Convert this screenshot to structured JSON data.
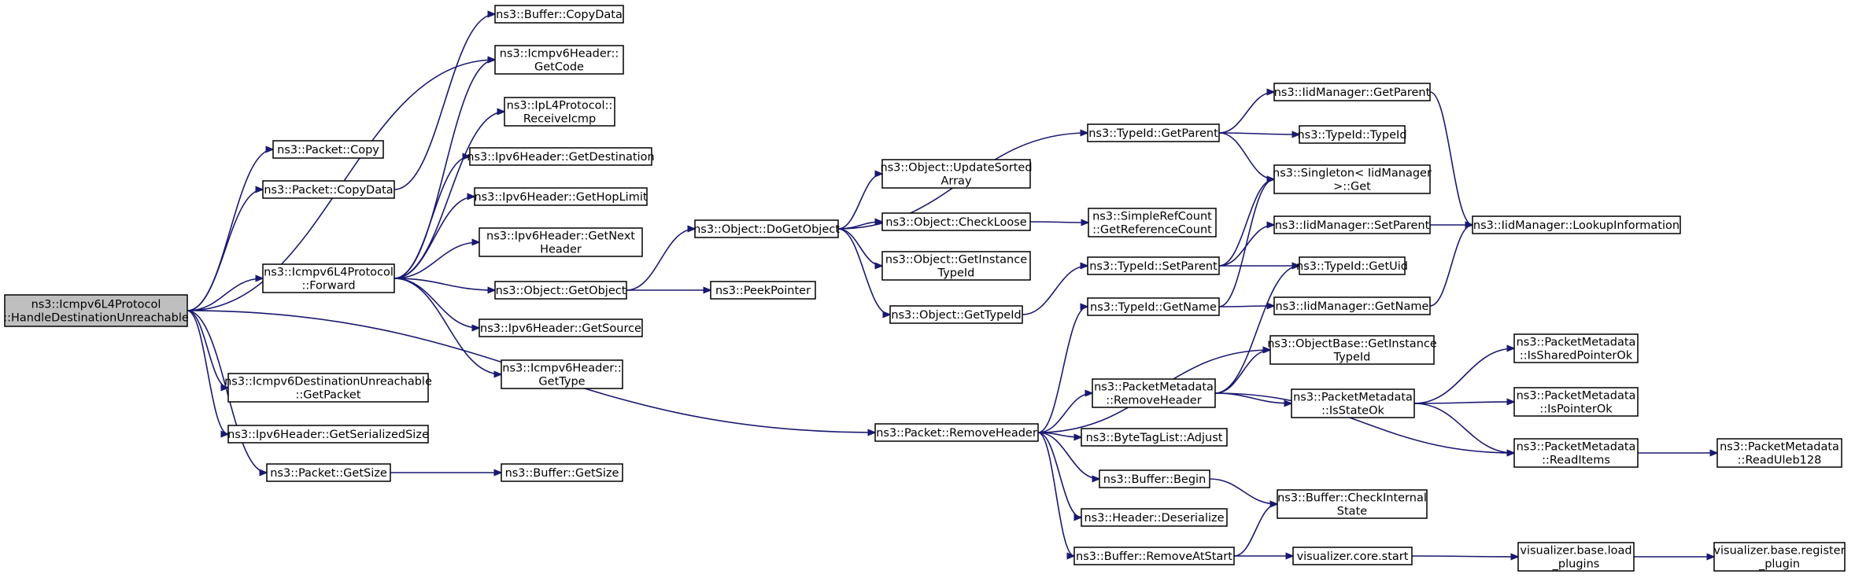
{
  "colors": {
    "edge": "#191970",
    "root_fill": "#bfbfbf",
    "node_fill": "#ffffff",
    "node_border": "#000000"
  },
  "nodes": [
    {
      "id": "root",
      "lines": [
        "ns3::Icmpv6L4Protocol",
        "::HandleDestinationUnreachable"
      ]
    },
    {
      "id": "packet_copy",
      "lines": [
        "ns3::Packet::Copy"
      ]
    },
    {
      "id": "packet_copydata",
      "lines": [
        "ns3::Packet::CopyData"
      ]
    },
    {
      "id": "icmp_forward",
      "lines": [
        "ns3::Icmpv6L4Protocol",
        "::Forward"
      ]
    },
    {
      "id": "dest_getpacket",
      "lines": [
        "ns3::Icmpv6DestinationUnreachable",
        "::GetPacket"
      ]
    },
    {
      "id": "ipv6_getserialized",
      "lines": [
        "ns3::Ipv6Header::GetSerializedSize"
      ]
    },
    {
      "id": "packet_getsize",
      "lines": [
        "ns3::Packet::GetSize"
      ]
    },
    {
      "id": "buffer_copydata",
      "lines": [
        "ns3::Buffer::CopyData"
      ]
    },
    {
      "id": "icmp_getcode",
      "lines": [
        "ns3::Icmpv6Header::",
        "GetCode"
      ]
    },
    {
      "id": "ipl4_receiveicmp",
      "lines": [
        "ns3::IpL4Protocol::",
        "ReceiveIcmp"
      ]
    },
    {
      "id": "ipv6_getdest",
      "lines": [
        "ns3::Ipv6Header::GetDestination"
      ]
    },
    {
      "id": "ipv6_gethoplimit",
      "lines": [
        "ns3::Ipv6Header::GetHopLimit"
      ]
    },
    {
      "id": "ipv6_getnext",
      "lines": [
        "ns3::Ipv6Header::GetNext",
        "Header"
      ]
    },
    {
      "id": "object_getobject",
      "lines": [
        "ns3::Object::GetObject"
      ]
    },
    {
      "id": "ipv6_getsource",
      "lines": [
        "ns3::Ipv6Header::GetSource"
      ]
    },
    {
      "id": "icmp_gettype",
      "lines": [
        "ns3::Icmpv6Header::",
        "GetType"
      ]
    },
    {
      "id": "buffer_getsize",
      "lines": [
        "ns3::Buffer::GetSize"
      ]
    },
    {
      "id": "object_dogetobject",
      "lines": [
        "ns3::Object::DoGetObject"
      ]
    },
    {
      "id": "peekpointer",
      "lines": [
        "ns3::PeekPointer"
      ]
    },
    {
      "id": "packet_removeheader",
      "lines": [
        "ns3::Packet::RemoveHeader"
      ]
    },
    {
      "id": "object_updatesorted",
      "lines": [
        "ns3::Object::UpdateSorted",
        "Array"
      ]
    },
    {
      "id": "object_checkloose",
      "lines": [
        "ns3::Object::CheckLoose"
      ]
    },
    {
      "id": "object_getinstancetypeid",
      "lines": [
        "ns3::Object::GetInstance",
        "TypeId"
      ]
    },
    {
      "id": "object_gettypeid",
      "lines": [
        "ns3::Object::GetTypeId"
      ]
    },
    {
      "id": "typeid_getparent",
      "lines": [
        "ns3::TypeId::GetParent"
      ]
    },
    {
      "id": "simplerefcount",
      "lines": [
        "ns3::SimpleRefCount",
        "::GetReferenceCount"
      ]
    },
    {
      "id": "typeid_setparent",
      "lines": [
        "ns3::TypeId::SetParent"
      ]
    },
    {
      "id": "typeid_getname",
      "lines": [
        "ns3::TypeId::GetName"
      ]
    },
    {
      "id": "pm_removeheader",
      "lines": [
        "ns3::PacketMetadata",
        "::RemoveHeader"
      ]
    },
    {
      "id": "bytetaglist_adjust",
      "lines": [
        "ns3::ByteTagList::Adjust"
      ]
    },
    {
      "id": "buffer_begin",
      "lines": [
        "ns3::Buffer::Begin"
      ]
    },
    {
      "id": "header_deserialize",
      "lines": [
        "ns3::Header::Deserialize"
      ]
    },
    {
      "id": "buffer_removeatstart",
      "lines": [
        "ns3::Buffer::RemoveAtStart"
      ]
    },
    {
      "id": "iid_getparent",
      "lines": [
        "ns3::IidManager::GetParent"
      ]
    },
    {
      "id": "typeid_typeid",
      "lines": [
        "ns3::TypeId::TypeId"
      ]
    },
    {
      "id": "singleton_get",
      "lines": [
        "ns3::Singleton< IidManager",
        ">::Get"
      ]
    },
    {
      "id": "iid_setparent",
      "lines": [
        "ns3::IidManager::SetParent"
      ]
    },
    {
      "id": "typeid_getuid",
      "lines": [
        "ns3::TypeId::GetUid"
      ]
    },
    {
      "id": "iid_getname",
      "lines": [
        "ns3::IidManager::GetName"
      ]
    },
    {
      "id": "objectbase_getinstance",
      "lines": [
        "ns3::ObjectBase::GetInstance",
        "TypeId"
      ]
    },
    {
      "id": "pm_isstateok",
      "lines": [
        "ns3::PacketMetadata",
        "::IsStateOk"
      ]
    },
    {
      "id": "buffer_checkinternal",
      "lines": [
        "ns3::Buffer::CheckInternal",
        "State"
      ]
    },
    {
      "id": "viz_core_start",
      "lines": [
        "visualizer.core.start"
      ]
    },
    {
      "id": "iid_lookup",
      "lines": [
        "ns3::IidManager::LookupInformation"
      ]
    },
    {
      "id": "pm_issharedpointerok",
      "lines": [
        "ns3::PacketMetadata",
        "::IsSharedPointerOk"
      ]
    },
    {
      "id": "pm_ispointerok",
      "lines": [
        "ns3::PacketMetadata",
        "::IsPointerOk"
      ]
    },
    {
      "id": "pm_readitems",
      "lines": [
        "ns3::PacketMetadata",
        "::ReadItems"
      ]
    },
    {
      "id": "viz_base_load",
      "lines": [
        "visualizer.base.load",
        "_plugins"
      ]
    },
    {
      "id": "pm_readuleb128",
      "lines": [
        "ns3::PacketMetadata",
        "::ReadUleb128"
      ]
    },
    {
      "id": "viz_base_register",
      "lines": [
        "visualizer.base.register",
        "_plugin"
      ]
    }
  ],
  "edges": [
    [
      "root",
      "packet_copy"
    ],
    [
      "root",
      "packet_copydata"
    ],
    [
      "root",
      "icmp_getcode"
    ],
    [
      "root",
      "icmp_forward"
    ],
    [
      "root",
      "dest_getpacket"
    ],
    [
      "root",
      "ipv6_getserialized"
    ],
    [
      "root",
      "packet_getsize"
    ],
    [
      "root",
      "packet_removeheader"
    ],
    [
      "packet_copydata",
      "buffer_copydata"
    ],
    [
      "packet_getsize",
      "buffer_getsize"
    ],
    [
      "icmp_forward",
      "icmp_getcode"
    ],
    [
      "icmp_forward",
      "ipl4_receiveicmp"
    ],
    [
      "icmp_forward",
      "ipv6_getdest"
    ],
    [
      "icmp_forward",
      "ipv6_gethoplimit"
    ],
    [
      "icmp_forward",
      "ipv6_getnext"
    ],
    [
      "icmp_forward",
      "object_getobject"
    ],
    [
      "icmp_forward",
      "ipv6_getsource"
    ],
    [
      "icmp_forward",
      "icmp_gettype"
    ],
    [
      "object_getobject",
      "object_dogetobject"
    ],
    [
      "object_getobject",
      "peekpointer"
    ],
    [
      "object_dogetobject",
      "typeid_getparent"
    ],
    [
      "object_dogetobject",
      "object_updatesorted"
    ],
    [
      "object_dogetobject",
      "object_checkloose"
    ],
    [
      "object_dogetobject",
      "object_getinstancetypeid"
    ],
    [
      "object_dogetobject",
      "object_gettypeid"
    ],
    [
      "object_checkloose",
      "simplerefcount"
    ],
    [
      "object_gettypeid",
      "typeid_setparent"
    ],
    [
      "typeid_getparent",
      "iid_getparent"
    ],
    [
      "typeid_getparent",
      "typeid_typeid"
    ],
    [
      "typeid_getparent",
      "singleton_get"
    ],
    [
      "typeid_setparent",
      "singleton_get"
    ],
    [
      "typeid_setparent",
      "iid_setparent"
    ],
    [
      "typeid_setparent",
      "typeid_getuid"
    ],
    [
      "typeid_getname",
      "singleton_get"
    ],
    [
      "typeid_getname",
      "iid_getname"
    ],
    [
      "iid_getparent",
      "iid_lookup"
    ],
    [
      "iid_setparent",
      "iid_lookup"
    ],
    [
      "iid_getname",
      "iid_lookup"
    ],
    [
      "packet_removeheader",
      "typeid_getname"
    ],
    [
      "packet_removeheader",
      "objectbase_getinstance"
    ],
    [
      "packet_removeheader",
      "pm_removeheader"
    ],
    [
      "packet_removeheader",
      "bytetaglist_adjust"
    ],
    [
      "packet_removeheader",
      "buffer_begin"
    ],
    [
      "packet_removeheader",
      "header_deserialize"
    ],
    [
      "packet_removeheader",
      "buffer_removeatstart"
    ],
    [
      "pm_removeheader",
      "typeid_getuid"
    ],
    [
      "pm_removeheader",
      "objectbase_getinstance"
    ],
    [
      "pm_removeheader",
      "pm_isstateok"
    ],
    [
      "pm_removeheader",
      "pm_readitems"
    ],
    [
      "pm_isstateok",
      "pm_issharedpointerok"
    ],
    [
      "pm_isstateok",
      "pm_ispointerok"
    ],
    [
      "pm_isstateok",
      "pm_readitems"
    ],
    [
      "pm_readitems",
      "pm_readuleb128"
    ],
    [
      "buffer_begin",
      "buffer_checkinternal"
    ],
    [
      "buffer_removeatstart",
      "buffer_checkinternal"
    ],
    [
      "buffer_removeatstart",
      "viz_core_start"
    ],
    [
      "viz_core_start",
      "viz_base_load"
    ],
    [
      "viz_base_load",
      "viz_base_register"
    ]
  ]
}
